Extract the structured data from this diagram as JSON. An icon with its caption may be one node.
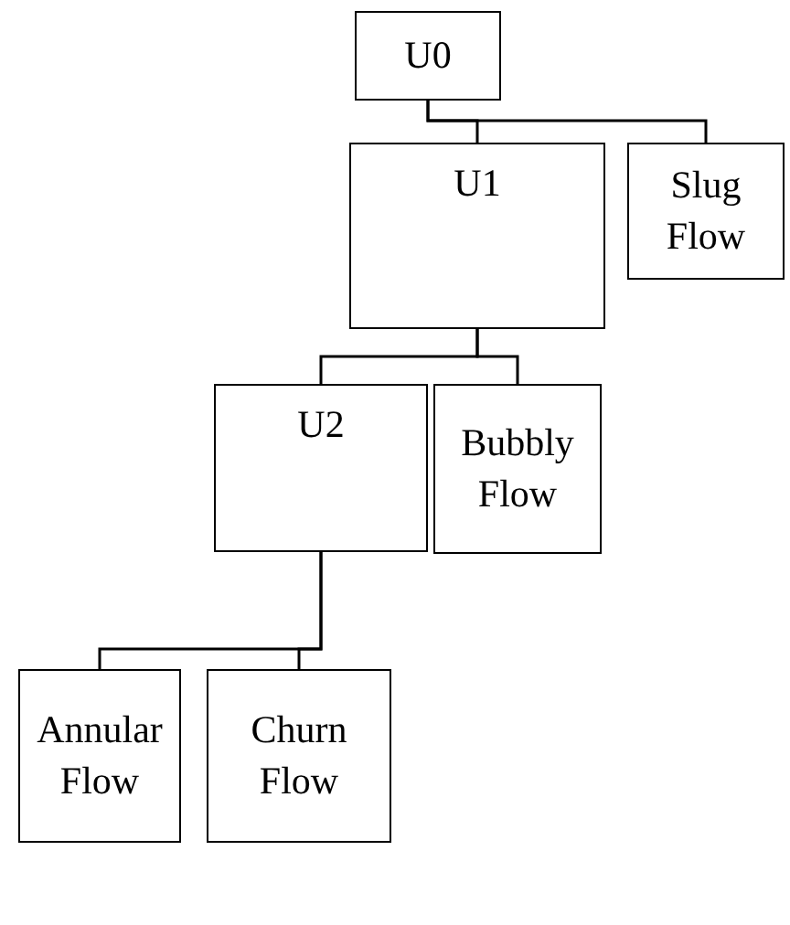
{
  "diagram": {
    "nodes": [
      {
        "text": [
          "U0"
        ]
      },
      {
        "text": [
          "U1"
        ]
      },
      {
        "text": [
          "Slug Flow"
        ]
      },
      {
        "text": [
          "U2"
        ]
      },
      {
        "text": [
          "Bubbly Flow"
        ]
      },
      {
        "text": [
          "Annular Flow"
        ]
      },
      {
        "text": [
          "Churn Flow"
        ]
      }
    ],
    "edges": [
      {
        "from": 0,
        "to": 1,
        "arrow": "none"
      },
      {
        "from": 0,
        "to": 2,
        "arrow": "none"
      },
      {
        "from": 1,
        "to": 3,
        "arrow": "none"
      },
      {
        "from": 1,
        "to": 4,
        "arrow": "none"
      },
      {
        "from": 3,
        "to": 5,
        "arrow": "none"
      },
      {
        "from": 3,
        "to": 6,
        "arrow": "none"
      }
    ]
  }
}
